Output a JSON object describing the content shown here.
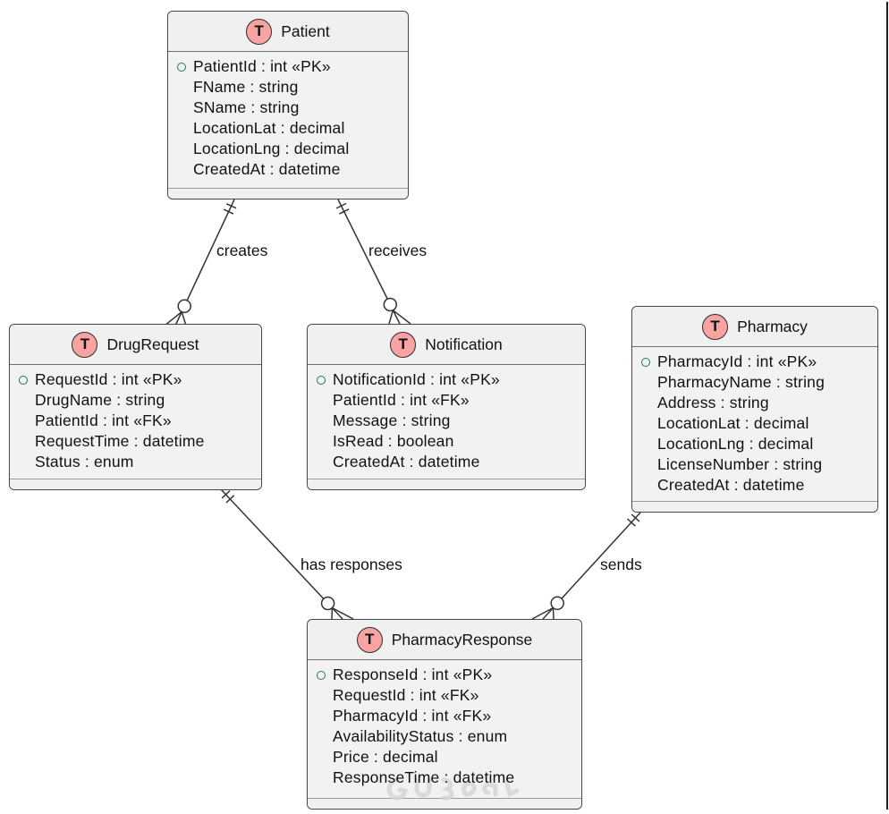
{
  "diagram": {
    "entities": [
      {
        "id": "patient",
        "badge": "T",
        "title": "Patient",
        "fields": [
          {
            "text": "PatientId : int «PK»",
            "pk": true
          },
          {
            "text": "FName : string",
            "pk": false
          },
          {
            "text": "SName : string",
            "pk": false
          },
          {
            "text": "LocationLat : decimal",
            "pk": false
          },
          {
            "text": "LocationLng : decimal",
            "pk": false
          },
          {
            "text": "CreatedAt : datetime",
            "pk": false
          }
        ]
      },
      {
        "id": "drugrequest",
        "badge": "T",
        "title": "DrugRequest",
        "fields": [
          {
            "text": "RequestId : int «PK»",
            "pk": true
          },
          {
            "text": "DrugName : string",
            "pk": false
          },
          {
            "text": "PatientId : int «FK»",
            "pk": false
          },
          {
            "text": "RequestTime : datetime",
            "pk": false
          },
          {
            "text": "Status : enum",
            "pk": false
          }
        ]
      },
      {
        "id": "notification",
        "badge": "T",
        "title": "Notification",
        "fields": [
          {
            "text": "NotificationId : int «PK»",
            "pk": true
          },
          {
            "text": "PatientId : int «FK»",
            "pk": false
          },
          {
            "text": "Message : string",
            "pk": false
          },
          {
            "text": "IsRead : boolean",
            "pk": false
          },
          {
            "text": "CreatedAt : datetime",
            "pk": false
          }
        ]
      },
      {
        "id": "pharmacy",
        "badge": "T",
        "title": "Pharmacy",
        "fields": [
          {
            "text": "PharmacyId : int «PK»",
            "pk": true
          },
          {
            "text": "PharmacyName : string",
            "pk": false
          },
          {
            "text": "Address : string",
            "pk": false
          },
          {
            "text": "LocationLat : decimal",
            "pk": false
          },
          {
            "text": "LocationLng : decimal",
            "pk": false
          },
          {
            "text": "LicenseNumber : string",
            "pk": false
          },
          {
            "text": "CreatedAt : datetime",
            "pk": false
          }
        ]
      },
      {
        "id": "pharmacyresponse",
        "badge": "T",
        "title": "PharmacyResponse",
        "fields": [
          {
            "text": "ResponseId : int «PK»",
            "pk": true
          },
          {
            "text": "RequestId : int «FK»",
            "pk": false
          },
          {
            "text": "PharmacyId : int «FK»",
            "pk": false
          },
          {
            "text": "AvailabilityStatus : enum",
            "pk": false
          },
          {
            "text": "Price : decimal",
            "pk": false
          },
          {
            "text": "ResponseTime : datetime",
            "pk": false
          }
        ]
      }
    ],
    "relationships": [
      {
        "from": "Patient",
        "to": "DrugRequest",
        "label": "creates",
        "from_cardinality": "exactly-one",
        "to_cardinality": "zero-or-many"
      },
      {
        "from": "Patient",
        "to": "Notification",
        "label": "receives",
        "from_cardinality": "exactly-one",
        "to_cardinality": "zero-or-many"
      },
      {
        "from": "DrugRequest",
        "to": "PharmacyResponse",
        "label": "has responses",
        "from_cardinality": "exactly-one",
        "to_cardinality": "zero-or-many"
      },
      {
        "from": "Pharmacy",
        "to": "PharmacyResponse",
        "label": "sends",
        "from_cardinality": "exactly-one",
        "to_cardinality": "zero-or-many"
      }
    ],
    "colors": {
      "background": "#ffffff",
      "entity_fill": "#f2f2f2",
      "entity_border": "#4a4a4a",
      "badge_fill": "#f9a3a3",
      "pk_bullet": "#1e7a4e",
      "relationship_line": "#333333"
    }
  }
}
